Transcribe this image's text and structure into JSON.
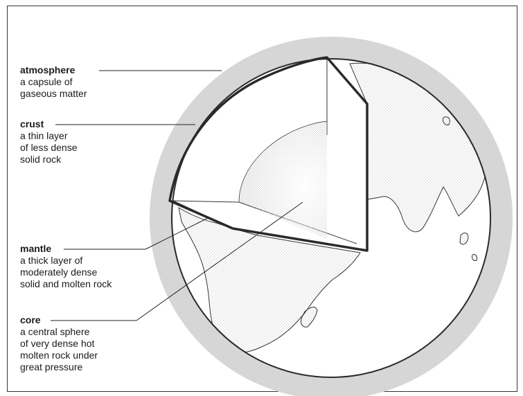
{
  "colors": {
    "atmosphere": "#d6d6d6",
    "earth_outline": "#2a2a2a",
    "land_stipple": "#9a9a9a",
    "core_stipple": "#555555",
    "leader_line": "#222222"
  },
  "labels": {
    "atmosphere": {
      "term": "atmosphere",
      "desc": "a capsule of\ngaseous matter"
    },
    "crust": {
      "term": "crust",
      "desc": "a thin layer\nof less dense\nsolid rock"
    },
    "mantle": {
      "term": "mantle",
      "desc": "a thick layer of\nmoderately dense\nsolid and molten rock"
    },
    "core": {
      "term": "core",
      "desc": "a central sphere\nof very dense hot\nmolten rock under\ngreat pressure"
    }
  }
}
